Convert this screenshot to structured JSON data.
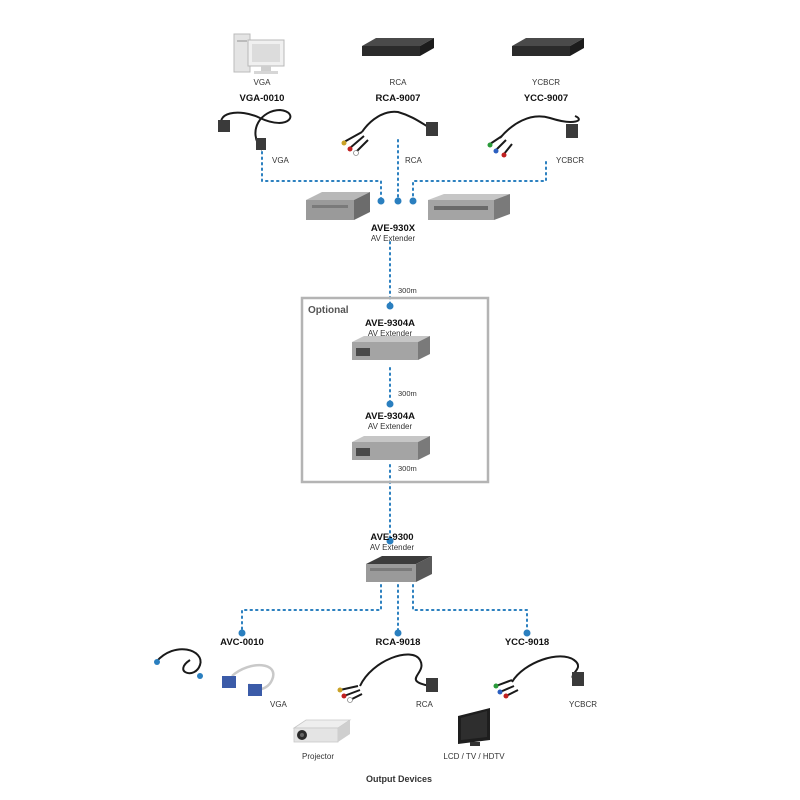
{
  "sources": [
    {
      "label": "VGA",
      "cable": "VGA-0010",
      "cable_label": "VGA"
    },
    {
      "label": "RCA",
      "cable": "RCA-9007",
      "cable_label": "RCA"
    },
    {
      "label": "YCBCR",
      "cable": "YCC-9007",
      "cable_label": "YCBCR"
    }
  ],
  "transmitter": {
    "model": "AVE-930X",
    "desc": "AV Extender"
  },
  "distance_label": "300m",
  "optional": {
    "title": "Optional",
    "repeaters": [
      {
        "model": "AVE-9304A",
        "desc": "AV Extender",
        "distance": "300m"
      },
      {
        "model": "AVE-9304A",
        "desc": "AV Extender",
        "distance": "300m"
      }
    ]
  },
  "receiver": {
    "model": "AVE-9300",
    "desc": "AV Extender"
  },
  "outputs": [
    {
      "cable": "AVC-0010",
      "cable_label": "VGA",
      "device": "Projector"
    },
    {
      "cable": "RCA-9018",
      "cable_label": "RCA",
      "device": "LCD / TV / HDTV"
    },
    {
      "cable": "YCC-9018",
      "cable_label": "YCBCR"
    }
  ],
  "footer": "Output Devices",
  "colors": {
    "connector_dots": "#2a7fbf",
    "box_border": "#b4b4b4",
    "device_dark": "#2b2b2b",
    "device_silver": "#9a9a9a"
  }
}
